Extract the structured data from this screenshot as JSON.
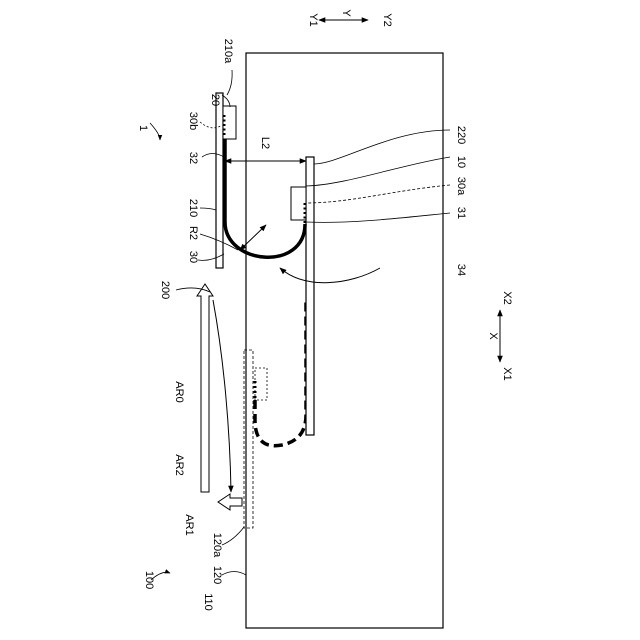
{
  "labels": {
    "y_axis": "Y",
    "y1": "Y1",
    "y2": "Y2",
    "x_axis": "X",
    "x1": "X1",
    "x2": "X2",
    "l1": "1",
    "l210a": "210a",
    "l20": "20",
    "l30b": "30b",
    "l32": "32",
    "l210": "210",
    "lR2": "R2",
    "l30": "30",
    "l200": "200",
    "lAR0": "AR0",
    "lAR2": "AR2",
    "lAR1": "AR1",
    "l120a": "120a",
    "l120": "120",
    "l110": "110",
    "l100": "100",
    "lL2": "L2",
    "l220": "220",
    "l10": "10",
    "l30a": "30a",
    "l31": "31",
    "l34": "34"
  }
}
